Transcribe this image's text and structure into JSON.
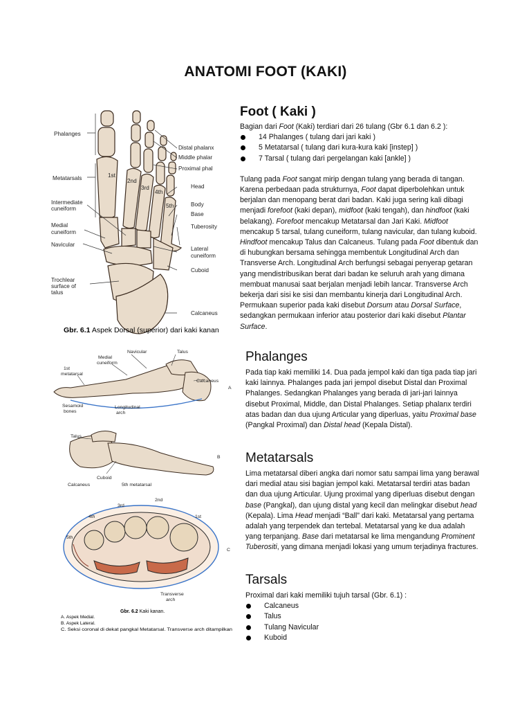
{
  "page_title": "ANATOMI FOOT (KAKI)",
  "fig1": {
    "labels": {
      "phalanges": "Phalanges",
      "distal": "Distal phalanx",
      "middle": "Middle phalar",
      "proximal": "Proximal phal",
      "metatarsals": "Metatarsals",
      "head": "Head",
      "body": "Body",
      "base": "Base",
      "tuberosity": "Tuberosity",
      "intermediate": "Intermediate",
      "cuneiform": "cuneiform",
      "medial": "Medial",
      "medial_cuneiform": "cuneiform",
      "navicular": "Navicular",
      "lateral": "Lateral",
      "lateral_cuneiform": "cuneiform",
      "cuboid": "Cuboid",
      "trochlear1": "Trochlear",
      "trochlear2": "surface of",
      "trochlear3": "talus",
      "calcaneus": "Calcaneus",
      "n1st": "1st",
      "n2nd": "2nd",
      "n3rd": "3rd",
      "n4th": "4th",
      "n5th": "5th"
    },
    "caption_bold": "Gbr. 6.1",
    "caption_rest": " Aspek Dorsal (superior) dari kaki kanan"
  },
  "fig2": {
    "labels": {
      "navicular": "Navicular",
      "medial_cuneiform1": "Medial",
      "medial_cuneiform2": "cuneiform",
      "talus": "Talus",
      "first_meta1": "1st",
      "first_meta2": "metatarsal",
      "calcaneus": "Calcaneus",
      "sesamoid1": "Sesamoid",
      "sesamoid2": "bones",
      "longitudinal1": "Longitudinal",
      "longitudinal2": "arch",
      "letter_a": "A",
      "talus_b": "Talus",
      "letter_b": "B",
      "cuboid": "Cuboid",
      "calcaneus_b": "Calcaneus",
      "fifth_meta": "5th metatarsal",
      "n2nd": "2nd",
      "n3rd": "3rd",
      "n4th": "4th",
      "n1st": "1st",
      "n5th": "5th",
      "letter_c": "C",
      "transverse1": "Transverse",
      "transverse2": "arch"
    },
    "caption_bold": "Gbr. 6.2",
    "caption_rest": " Kaki kanan.",
    "legend_a": "A. Aspek Medial.",
    "legend_b": "B. Aspek Lateral.",
    "legend_c": "C. Seksi coronal di dekat pangkal Metatarsal. Transverse arch ditampilkan"
  },
  "foot": {
    "heading": "Foot ( Kaki )",
    "intro_a": "Bagian dari ",
    "intro_em": "Foot",
    "intro_b": " (Kaki) terdiari dari 26 tulang (Gbr 6.1 dan 6.2 ):",
    "bullets": [
      "14 Phalanges ( tulang dari jari kaki )",
      "5 Metatarsal ( tulang dari kura-kura kaki [instep] )",
      "7 Tarsal ( tulang dari pergelangan kaki [ankle] )"
    ],
    "para": [
      {
        "t": "Tulang pada "
      },
      {
        "e": "Foot"
      },
      {
        "t": " sangat mirip dengan tulang yang berada di tangan. Karena perbedaan pada strukturnya, "
      },
      {
        "e": "Foot"
      },
      {
        "t": " dapat diperbolehkan untuk berjalan dan menopang berat dari badan. Kaki juga sering kali dibagi menjadi "
      },
      {
        "e": "forefoot"
      },
      {
        "t": " (kaki depan), "
      },
      {
        "e": "midfoot"
      },
      {
        "t": " (kaki tengah), dan "
      },
      {
        "e": "hindfoot"
      },
      {
        "t": " (kaki belakang). "
      },
      {
        "e": "Forefoot"
      },
      {
        "t": " mencakup Metatarsal dan Jari Kaki. "
      },
      {
        "e": "Midfoot"
      },
      {
        "t": " mencakup 5 tarsal, tulang cuneiform, tulang navicular, dan tulang kuboid. "
      },
      {
        "e": "Hindfoot"
      },
      {
        "t": " mencakup Talus dan Calcaneus. Tulang pada "
      },
      {
        "e": "Foot"
      },
      {
        "t": " dibentuk dan di hubungkan bersama sehingga membentuk Longitudinal Arch dan Transverse Arch. Longitudinal Arch berfungsi sebagai penyerap getaran yang mendistribusikan berat dari badan ke seluruh arah yang dimana membuat manusai saat berjalan menjadi lebih lancar. Transverse Arch bekerja dari sisi ke sisi dan membantu kinerja dari Longitudinal Arch. Permukaan superior pada kaki disebut "
      },
      {
        "e": "Dorsum"
      },
      {
        "t": " atau "
      },
      {
        "e": "Dorsal Surface"
      },
      {
        "t": ", sedangkan permukaan inferior atau posterior dari kaki disebut "
      },
      {
        "e": "Plantar Surface"
      },
      {
        "t": "."
      }
    ]
  },
  "phalanges": {
    "heading": "Phalanges",
    "para": [
      {
        "t": "Pada tiap kaki memiliki 14. Dua pada jempol kaki dan tiga pada tiap jari kaki lainnya. Phalanges pada jari jempol disebut Distal dan Proximal Phalanges. Sedangkan Phalanges yang berada di jari-jari lainnya disebut Proximal, Middle, dan Distal Phalanges. Setiap phalanx terdiri atas badan dan dua ujung Articular yang diperluas, yaitu "
      },
      {
        "e": "Proximal base"
      },
      {
        "t": " (Pangkal Proximal) dan "
      },
      {
        "e": "Distal head"
      },
      {
        "t": " (Kepala Distal)."
      }
    ]
  },
  "metatarsals": {
    "heading": "Metatarsals",
    "para": [
      {
        "t": "Lima metatarsal diberi angka dari nomor satu sampai lima yang berawal dari medial atau sisi bagian jempol kaki. Metatarsal terdiri atas badan dan dua ujung Articular. Ujung proximal yang diperluas disebut dengan "
      },
      {
        "e": "base"
      },
      {
        "t": " (Pangkal), dan ujung distal yang kecil dan melingkar disebut "
      },
      {
        "e": "head"
      },
      {
        "t": " (Kepala). Lima "
      },
      {
        "e": "Head"
      },
      {
        "t": " menjadi “Ball” dari kaki. Metatarsal yang pertama adalah yang terpendek dan tertebal. Metatarsal yang ke dua adalah yang terpanjang. "
      },
      {
        "e": "Base"
      },
      {
        "t": " dari metatarsal ke lima mengandung "
      },
      {
        "e": "Prominent Tuberositi"
      },
      {
        "t": ", yang dimana menjadi lokasi yang umum terjadinya fractures."
      }
    ]
  },
  "tarsals": {
    "heading": "Tarsals",
    "intro": "Proximal dari kaki memiliki tujuh tarsal (Gbr. 6.1) :",
    "bullets": [
      "Calcaneus",
      "Talus",
      "Tulang Navicular",
      "Kuboid"
    ]
  }
}
